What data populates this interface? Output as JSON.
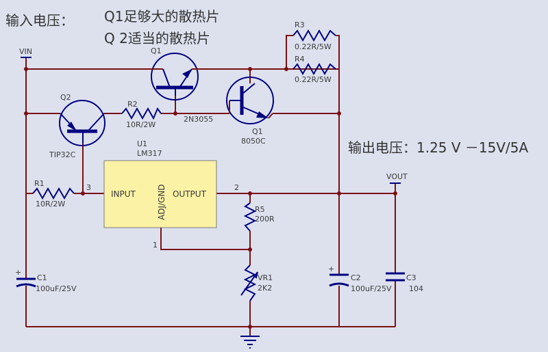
{
  "notes": {
    "input_voltage": "输入电压：",
    "q1_heatsink": "Q1足够大的散热片",
    "q2_heatsink": "Q 2适当的散热片",
    "output_voltage": "输出电压：1.25 V －15V/5A"
  },
  "ports": {
    "vin": "VIN",
    "vout": "VOUT"
  },
  "components": {
    "q1_top": {
      "ref": "Q1",
      "part": "2N3055"
    },
    "q1_npn": {
      "ref": "Q1",
      "part": "8050C"
    },
    "q2": {
      "ref": "Q2",
      "part": "TIP32C"
    },
    "r1": {
      "ref": "R1",
      "value": "10R/2W"
    },
    "r2": {
      "ref": "R2",
      "value": "10R/2W"
    },
    "r3": {
      "ref": "R3",
      "value": "0.22R/5W"
    },
    "r4": {
      "ref": "R4",
      "value": "0.22R/5W"
    },
    "r5": {
      "ref": "R5",
      "value": "200R"
    },
    "vr1": {
      "ref": "VR1",
      "value": "2K2"
    },
    "c1": {
      "ref": "C1",
      "value": "100uF/25V"
    },
    "c2": {
      "ref": "C2",
      "value": "100uF/25V"
    },
    "c3": {
      "ref": "C3",
      "value": "104"
    },
    "u1": {
      "ref": "U1",
      "part": "LM317",
      "pin_input": "INPUT",
      "pin_output": "OUTPUT",
      "pin_adj": "ADJ/GND",
      "pin1": "1",
      "pin2": "2",
      "pin3": "3"
    }
  },
  "colors": {
    "background": "#dde1ee",
    "wire": "#7a1010",
    "component": "#000080",
    "ic_fill": "#fbf2a5",
    "label": "#3a3a3a",
    "note": "#333333"
  }
}
